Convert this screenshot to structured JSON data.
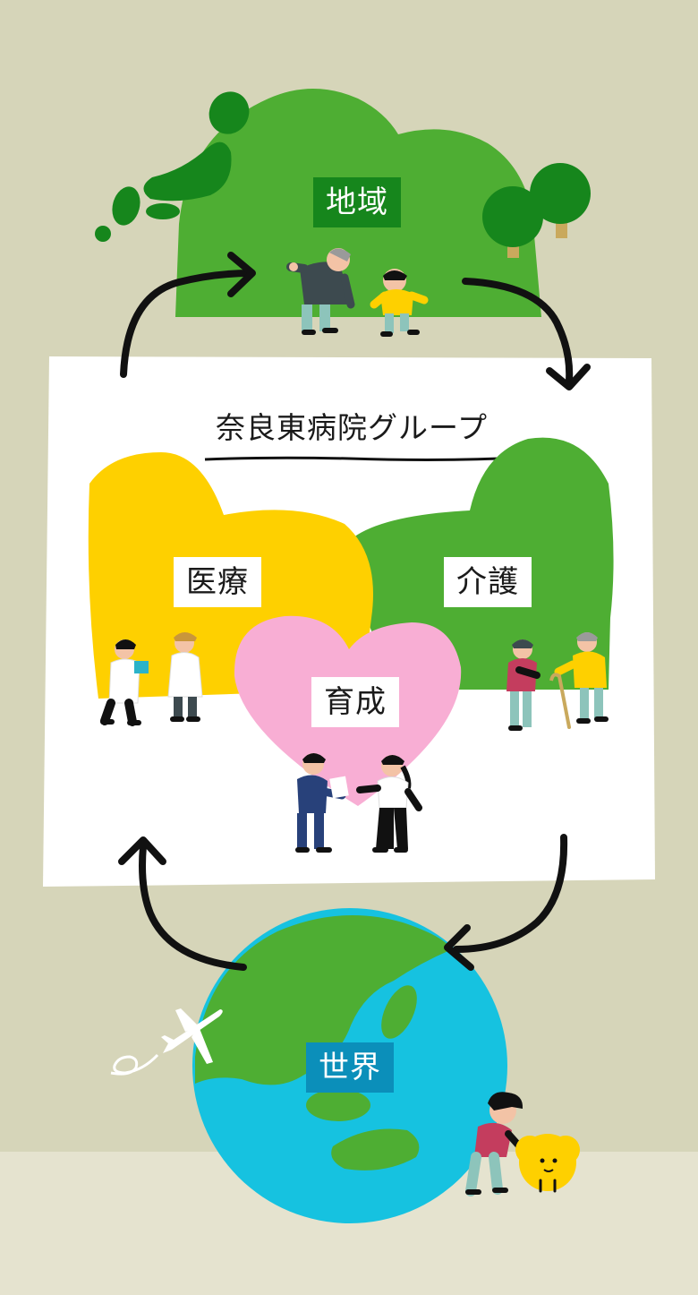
{
  "group_title": "奈良東病院グループ",
  "nodes": {
    "region": "地域",
    "medical": "医療",
    "care": "介護",
    "training": "育成",
    "world": "世界"
  },
  "colors": {
    "background": "#d6d5b9",
    "ground": "#e5e3cf",
    "green": "#4eae33",
    "dark_green": "#16861c",
    "yellow": "#fed000",
    "pink": "#f8aed4",
    "ocean": "#16c2e0",
    "white_card": "#ffffff",
    "arrow": "#111111"
  }
}
